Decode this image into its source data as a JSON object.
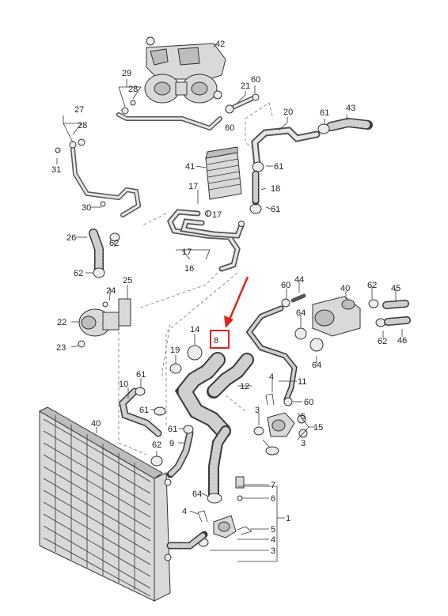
{
  "callouts": {
    "c42": "42",
    "c29": "29",
    "c28a": "28",
    "c21": "21",
    "c60a": "60",
    "c60b": "60",
    "c27": "27",
    "c28b": "28",
    "c31": "31",
    "c20": "20",
    "c61a": "61",
    "c43": "43",
    "c41": "41",
    "c61b": "61",
    "c17a": "17",
    "c18": "18",
    "c17b": "17",
    "c61c": "61",
    "c30": "30",
    "c26": "26",
    "c62a": "62",
    "c17c": "17",
    "c16": "16",
    "c62b": "62",
    "c24": "24",
    "c25": "25",
    "c60c": "60",
    "c44": "44",
    "c40a": "40",
    "c62c": "62",
    "c45": "45",
    "c22": "22",
    "c64a": "64",
    "c14": "14",
    "c8": "8",
    "c64b": "64",
    "c62d": "62",
    "c46": "46",
    "c23": "23",
    "c19": "19",
    "c61d": "61",
    "c4a": "4",
    "c11": "11",
    "c12": "12",
    "c10": "10",
    "c60d": "60",
    "c61e": "61",
    "c3a": "3",
    "c40b": "40",
    "c5a": "5",
    "c15": "15",
    "c61f": "61",
    "c9": "9",
    "c3b": "3",
    "c62e": "62",
    "c7": "7",
    "c64c": "64",
    "c6": "6",
    "c4b": "4",
    "c1": "1",
    "c5b": "5",
    "c4c": "4",
    "c3c": "3"
  },
  "highlight": {
    "color": "#e0241b"
  }
}
